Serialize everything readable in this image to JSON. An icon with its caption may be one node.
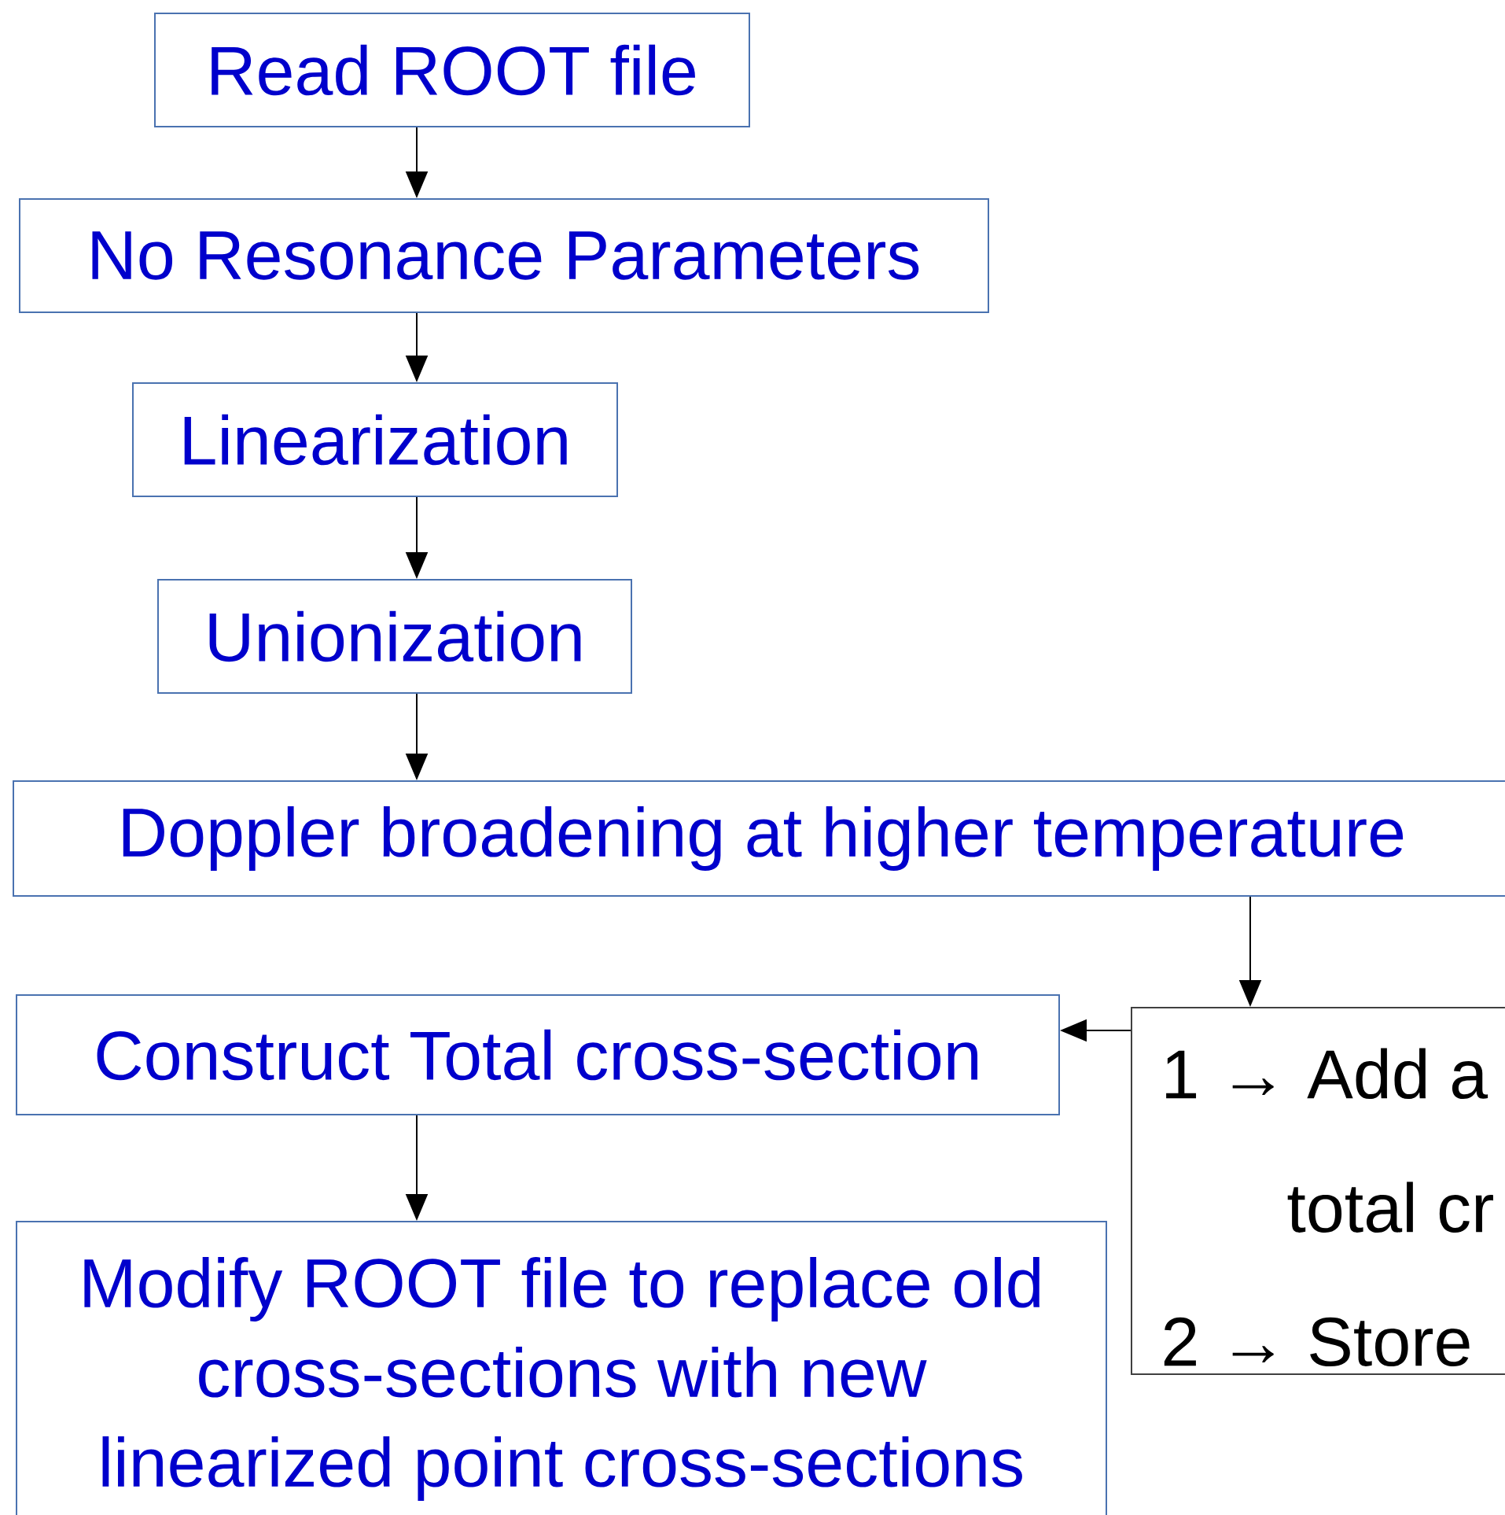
{
  "diagram": {
    "nodes": [
      {
        "text": [
          "Read ROOT file"
        ]
      },
      {
        "text": [
          "No Resonance Parameters"
        ]
      },
      {
        "text": [
          "Linearization"
        ]
      },
      {
        "text": [
          "Unionization"
        ]
      },
      {
        "text": [
          "Doppler broadening at higher temperature"
        ]
      },
      {
        "text": [
          "Construct Total cross-section"
        ]
      },
      {
        "text": [
          "Modify ROOT file to replace old cross-sections with new linearized point cross-sections"
        ]
      },
      {
        "text": [
          "1 → Add a",
          "total cr",
          "2 → Store"
        ]
      }
    ],
    "edges": [
      {
        "from": 0,
        "to": 1,
        "arrow": "to"
      },
      {
        "from": 1,
        "to": 2,
        "arrow": "to"
      },
      {
        "from": 2,
        "to": 3,
        "arrow": "to"
      },
      {
        "from": 3,
        "to": 4,
        "arrow": "to"
      },
      {
        "from": 4,
        "to": 7,
        "arrow": "to"
      },
      {
        "from": 7,
        "to": 5,
        "arrow": "to"
      },
      {
        "from": 5,
        "to": 6,
        "arrow": "to"
      }
    ]
  }
}
